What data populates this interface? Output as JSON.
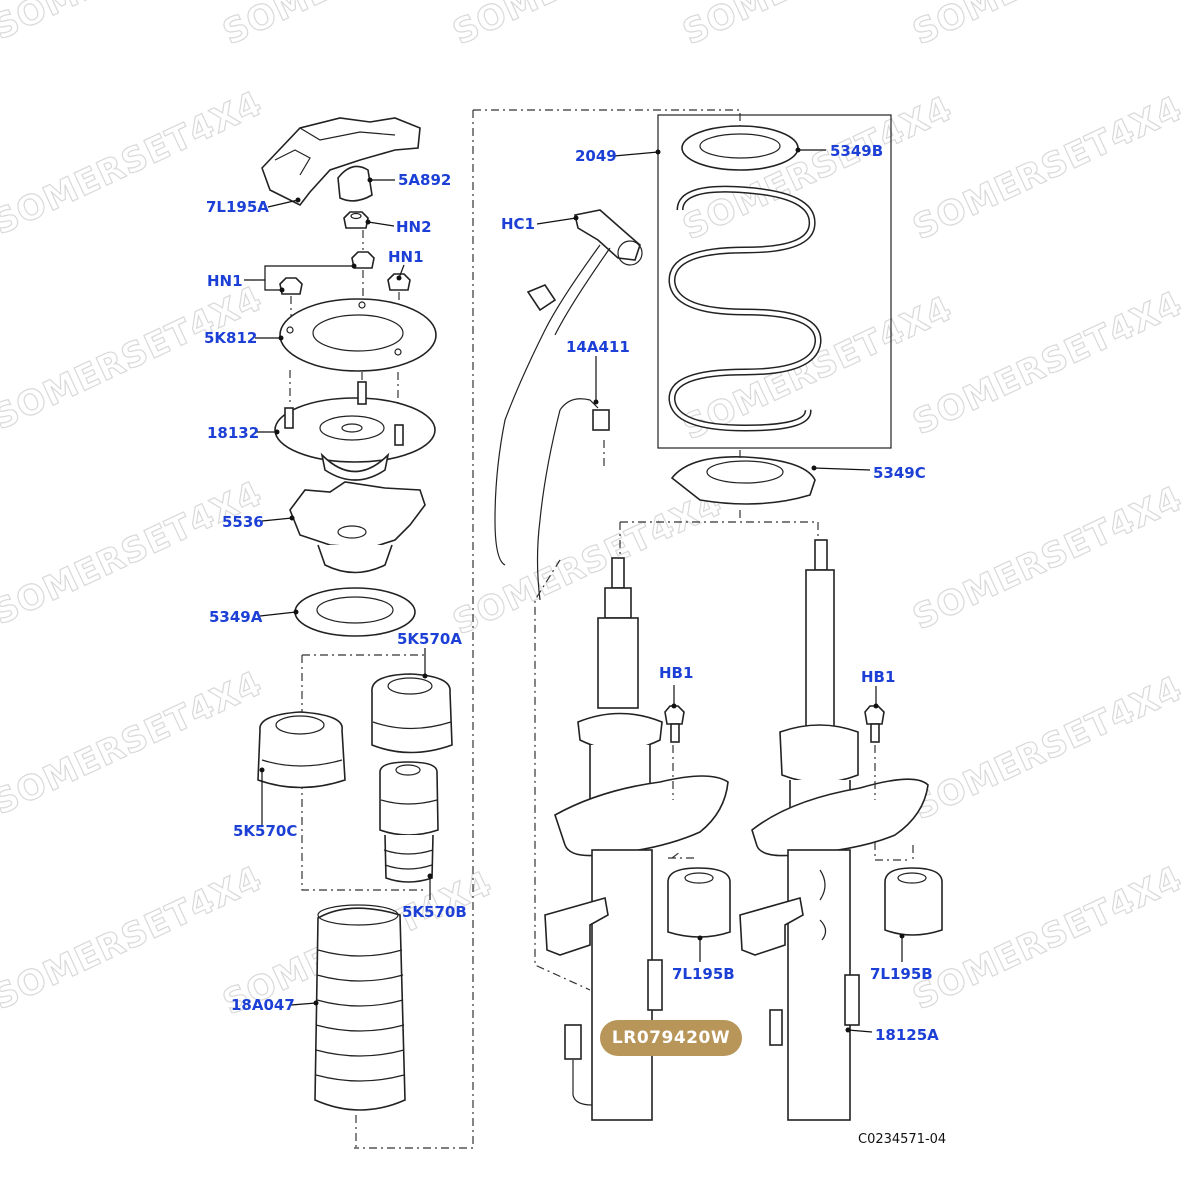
{
  "watermark": "SOMERSET4X4",
  "diagram_code": "C0234571-04",
  "part_number_badge": "LR079420W",
  "labels": {
    "l_7L195A": "7L195A",
    "l_5A892": "5A892",
    "l_HN2": "HN2",
    "l_HN1_left": "HN1",
    "l_HN1_right": "HN1",
    "l_5K812": "5K812",
    "l_18132": "18132",
    "l_5536": "5536",
    "l_5349A": "5349A",
    "l_5K570A": "5K570A",
    "l_5K570C": "5K570C",
    "l_5K570B": "5K570B",
    "l_18A047": "18A047",
    "l_HC1": "HC1",
    "l_2049": "2049",
    "l_5349B": "5349B",
    "l_14A411": "14A411",
    "l_5349C": "5349C",
    "l_HB1_left": "HB1",
    "l_HB1_right": "HB1",
    "l_7L195B_left": "7L195B",
    "l_7L195B_right": "7L195B",
    "l_18125A": "18125A"
  }
}
